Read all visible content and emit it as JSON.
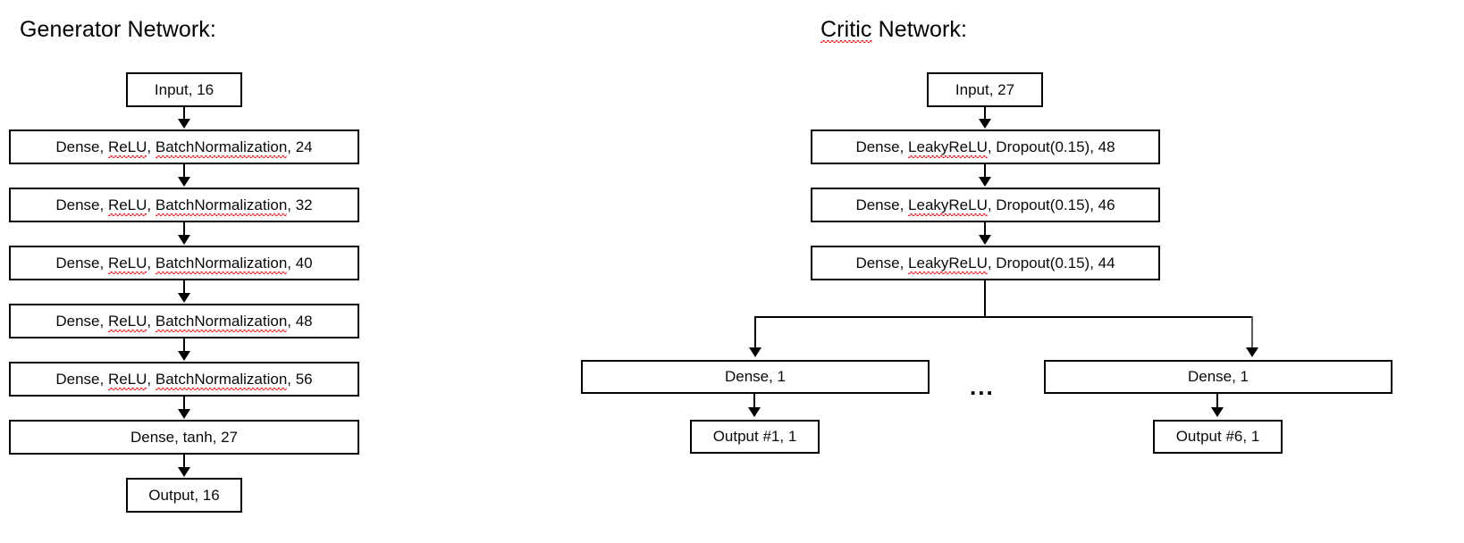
{
  "diagram": {
    "generator": {
      "title": "Generator Network:",
      "nodes": [
        {
          "label": "Input, 16"
        },
        {
          "label_prefix": "Dense, ",
          "label_sp1": "ReLU",
          "label_mid": ", ",
          "label_sp2": "BatchNormalization",
          "label_suffix": ", 24",
          "full": "Dense, ReLU, BatchNormalization, 24"
        },
        {
          "label_prefix": "Dense, ",
          "label_sp1": "ReLU",
          "label_mid": ", ",
          "label_sp2": "BatchNormalization",
          "label_suffix": ", 32",
          "full": "Dense, ReLU, BatchNormalization, 32"
        },
        {
          "label_prefix": "Dense, ",
          "label_sp1": "ReLU",
          "label_mid": ", ",
          "label_sp2": "BatchNormalization",
          "label_suffix": ", 40",
          "full": "Dense, ReLU, BatchNormalization, 40"
        },
        {
          "label_prefix": "Dense, ",
          "label_sp1": "ReLU",
          "label_mid": ", ",
          "label_sp2": "BatchNormalization",
          "label_suffix": ", 48",
          "full": "Dense, ReLU, BatchNormalization, 48"
        },
        {
          "label_prefix": "Dense, ",
          "label_sp1": "ReLU",
          "label_mid": ", ",
          "label_sp2": "BatchNormalization",
          "label_suffix": ", 56",
          "full": "Dense, ReLU, BatchNormalization, 56"
        },
        {
          "label": "Dense, tanh, 27"
        },
        {
          "label": "Output, 16"
        }
      ]
    },
    "critic": {
      "title_sp": "Critic",
      "title_rest": " Network:",
      "title_full": "Critic Network:",
      "nodes": [
        {
          "label": "Input, 27"
        },
        {
          "label_prefix": "Dense, ",
          "label_sp1": "LeakyReLU",
          "label_suffix": ", Dropout(0.15), 48",
          "full": "Dense, LeakyReLU, Dropout(0.15), 48"
        },
        {
          "label_prefix": "Dense, ",
          "label_sp1": "LeakyReLU",
          "label_suffix": ", Dropout(0.15), 46",
          "full": "Dense, LeakyReLU, Dropout(0.15), 46"
        },
        {
          "label_prefix": "Dense, ",
          "label_sp1": "LeakyReLU",
          "label_suffix": ", Dropout(0.15), 44",
          "full": "Dense, LeakyReLU, Dropout(0.15), 44"
        }
      ],
      "heads": [
        {
          "dense": "Dense, 1",
          "output": "Output #1, 1"
        },
        {
          "dense": "Dense, 1",
          "output": "Output #6, 1"
        }
      ],
      "ellipsis": "..."
    }
  },
  "chart_data": {
    "type": "diagram",
    "title": "GAN architecture: Generator and Critic networks",
    "graphs": [
      {
        "name": "Generator Network",
        "layers": [
          {
            "type": "Input",
            "units": 16
          },
          {
            "type": "Dense",
            "activation": "ReLU",
            "normalization": "BatchNormalization",
            "units": 24
          },
          {
            "type": "Dense",
            "activation": "ReLU",
            "normalization": "BatchNormalization",
            "units": 32
          },
          {
            "type": "Dense",
            "activation": "ReLU",
            "normalization": "BatchNormalization",
            "units": 40
          },
          {
            "type": "Dense",
            "activation": "ReLU",
            "normalization": "BatchNormalization",
            "units": 48
          },
          {
            "type": "Dense",
            "activation": "ReLU",
            "normalization": "BatchNormalization",
            "units": 56
          },
          {
            "type": "Dense",
            "activation": "tanh",
            "units": 27
          },
          {
            "type": "Output",
            "units": 16
          }
        ]
      },
      {
        "name": "Critic Network",
        "layers": [
          {
            "type": "Input",
            "units": 27
          },
          {
            "type": "Dense",
            "activation": "LeakyReLU",
            "regularization": "Dropout(0.15)",
            "units": 48
          },
          {
            "type": "Dense",
            "activation": "LeakyReLU",
            "regularization": "Dropout(0.15)",
            "units": 46
          },
          {
            "type": "Dense",
            "activation": "LeakyReLU",
            "regularization": "Dropout(0.15)",
            "units": 44
          }
        ],
        "branches": [
          {
            "layers": [
              {
                "type": "Dense",
                "units": 1
              },
              {
                "type": "Output",
                "name": "Output #1",
                "units": 1
              }
            ]
          },
          {
            "layers": [
              {
                "type": "Dense",
                "units": 1
              },
              {
                "type": "Output",
                "name": "Output #6",
                "units": 1
              }
            ]
          }
        ],
        "branch_count": 6,
        "branch_elision": "..."
      }
    ]
  }
}
